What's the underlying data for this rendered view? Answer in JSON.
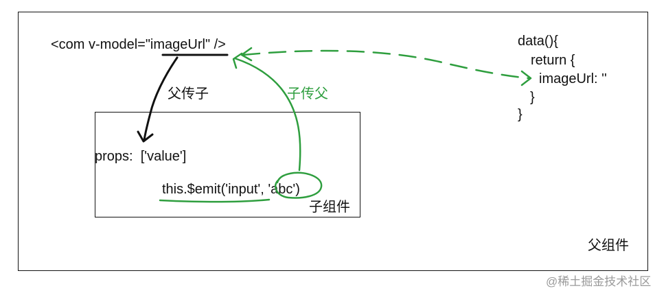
{
  "parent": {
    "template_code": "<com v-model=\"imageUrl\" />",
    "data_lines": [
      "data(){",
      "return {",
      "imageUrl: ''",
      "}",
      "}"
    ],
    "label": "父组件"
  },
  "child": {
    "props_code": "props:  ['value']",
    "emit_code": "this.$emit('input', 'abc')",
    "label": "子组件"
  },
  "arrows": {
    "parent_to_child": "父传子",
    "child_to_parent": "子传父"
  },
  "watermark": "@稀土掘金技术社区",
  "colors": {
    "ink": "#111111",
    "annotation_green": "#2e9e3e"
  }
}
